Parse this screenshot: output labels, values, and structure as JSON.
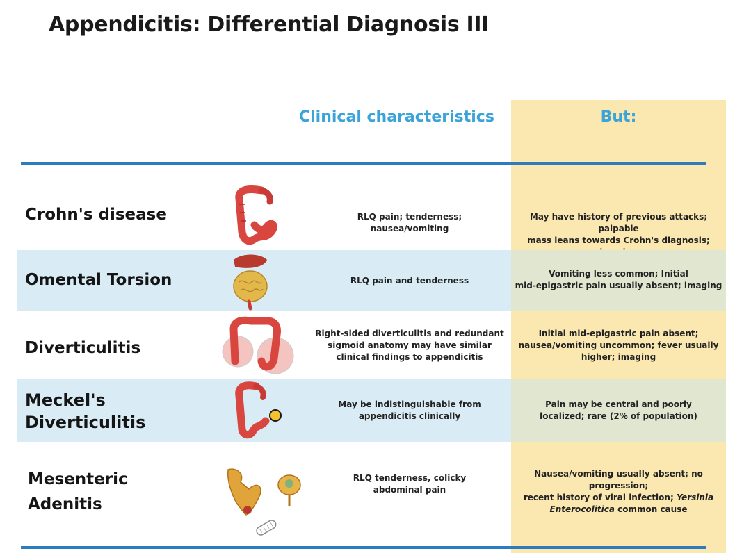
{
  "title": "Appendicitis: Differential Diagnosis III",
  "headers": {
    "clinical": "Clinical characteristics",
    "but": "But:"
  },
  "rows": [
    {
      "name": "Crohn's disease",
      "clinical": [
        "RLQ pain; tenderness;",
        "nausea/vomiting"
      ],
      "but": [
        "May have history of previous attacks; palpable",
        "mass leans towards Crohn's diagnosis; imaging"
      ],
      "icon": "colon-icon"
    },
    {
      "name": "Omental Torsion",
      "clinical": [
        "RLQ pain and tenderness"
      ],
      "but": [
        "Vomiting less common;  Initial",
        "mid-epigastric pain usually absent; imaging"
      ],
      "icon": "omentum-icon"
    },
    {
      "name": "Diverticulitis",
      "clinical": [
        "Right-sided diverticulitis and redundant",
        "sigmoid anatomy may have similar",
        "clinical findings to appendicitis"
      ],
      "but": [
        "Initial mid-epigastric pain absent;",
        "nausea/vomiting uncommon; fever usually",
        "higher; imaging"
      ],
      "icon": "inflamed-colon-icon"
    },
    {
      "name_lines": [
        "Meckel's",
        "Diverticulitis"
      ],
      "clinical": [
        "May be indistinguishable from",
        "appendicitis clinically"
      ],
      "but": [
        "Pain may be central and poorly",
        "localized; rare (2% of population)"
      ],
      "icon": "meckel-colon-icon"
    },
    {
      "name_lines": [
        "Mesenteric",
        "Adenitis"
      ],
      "clinical": [
        "RLQ tenderness, colicky",
        "abdominal pain"
      ],
      "but": [
        "Nausea/vomiting usually absent; no progression;",
        "recent history of viral infection; ",
        "Yersinia",
        "Enterocolitica",
        " common cause"
      ],
      "icon": "lymph-node-icon"
    }
  ],
  "colors": {
    "accent": "#3aa3d8",
    "rule": "#2f7bbf",
    "but_bg": "#fbe7b0",
    "row_shade": "#d9ecf6",
    "intestine": "#d9453f"
  }
}
